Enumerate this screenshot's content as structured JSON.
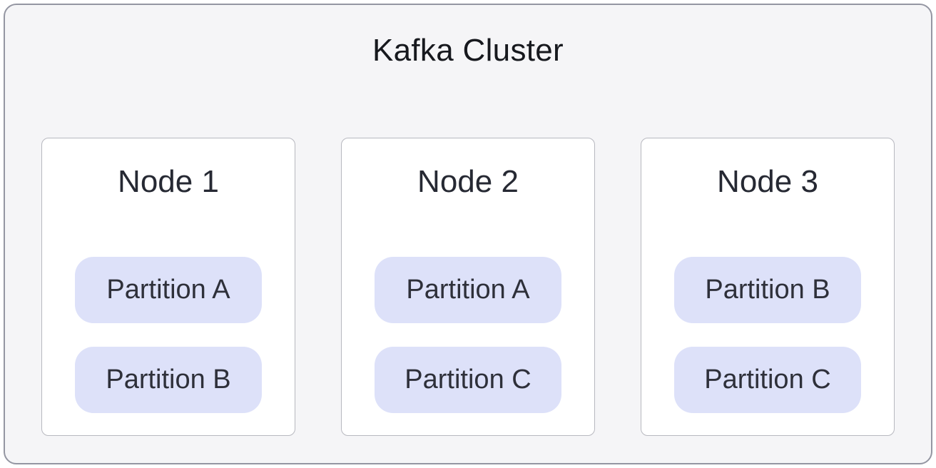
{
  "diagram": {
    "title": "Kafka Cluster",
    "nodes": [
      {
        "title": "Node 1",
        "partitions": [
          "Partition A",
          "Partition B"
        ]
      },
      {
        "title": "Node 2",
        "partitions": [
          "Partition A",
          "Partition C"
        ]
      },
      {
        "title": "Node 3",
        "partitions": [
          "Partition B",
          "Partition C"
        ]
      }
    ],
    "colors": {
      "outer_bg": "#f5f5f7",
      "outer_border": "#9496a2",
      "card_bg": "#ffffff",
      "card_border": "#b7b8bf",
      "partition_bg": "#dde1f9",
      "title_text": "#17191e",
      "node_text": "#262933",
      "partition_text": "#2e303a"
    }
  }
}
